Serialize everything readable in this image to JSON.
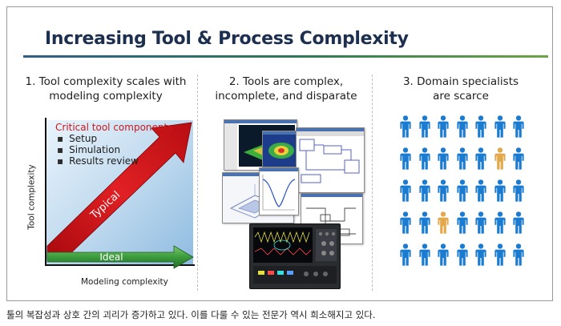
{
  "title": "Increasing Tool & Process Complexity",
  "columns": [
    {
      "lines": [
        "1. Tool complexity scales with",
        "modeling complexity"
      ]
    },
    {
      "lines": [
        "2. Tools are complex,",
        "incomplete, and disparate"
      ]
    },
    {
      "lines": [
        "3. Domain specialists",
        "are scarce"
      ]
    }
  ],
  "panel1": {
    "critical_heading": "Critical tool components",
    "components": [
      "Setup",
      "Simulation",
      "Results review"
    ],
    "typical_label": "Typical",
    "ideal_label": "Ideal",
    "y_axis_label": "Tool complexity",
    "x_axis_label": "Modeling complexity"
  },
  "panel3": {
    "rows": 5,
    "cols": 7,
    "highlighted": [
      [
        1,
        5
      ],
      [
        3,
        2
      ]
    ]
  },
  "colors": {
    "title": "#1c2f4f",
    "typical_arrow": "#c8191e",
    "ideal_arrow": "#3a9a3c",
    "person": "#1a7bd0",
    "person_highlight": "#e2a84a",
    "critical_heading": "#c8191e"
  },
  "caption": "툴의 복잡성과 상호 간의 괴리가 증가하고 있다. 이를 다룰 수 있는 전문가 역시 희소해지고 있다."
}
